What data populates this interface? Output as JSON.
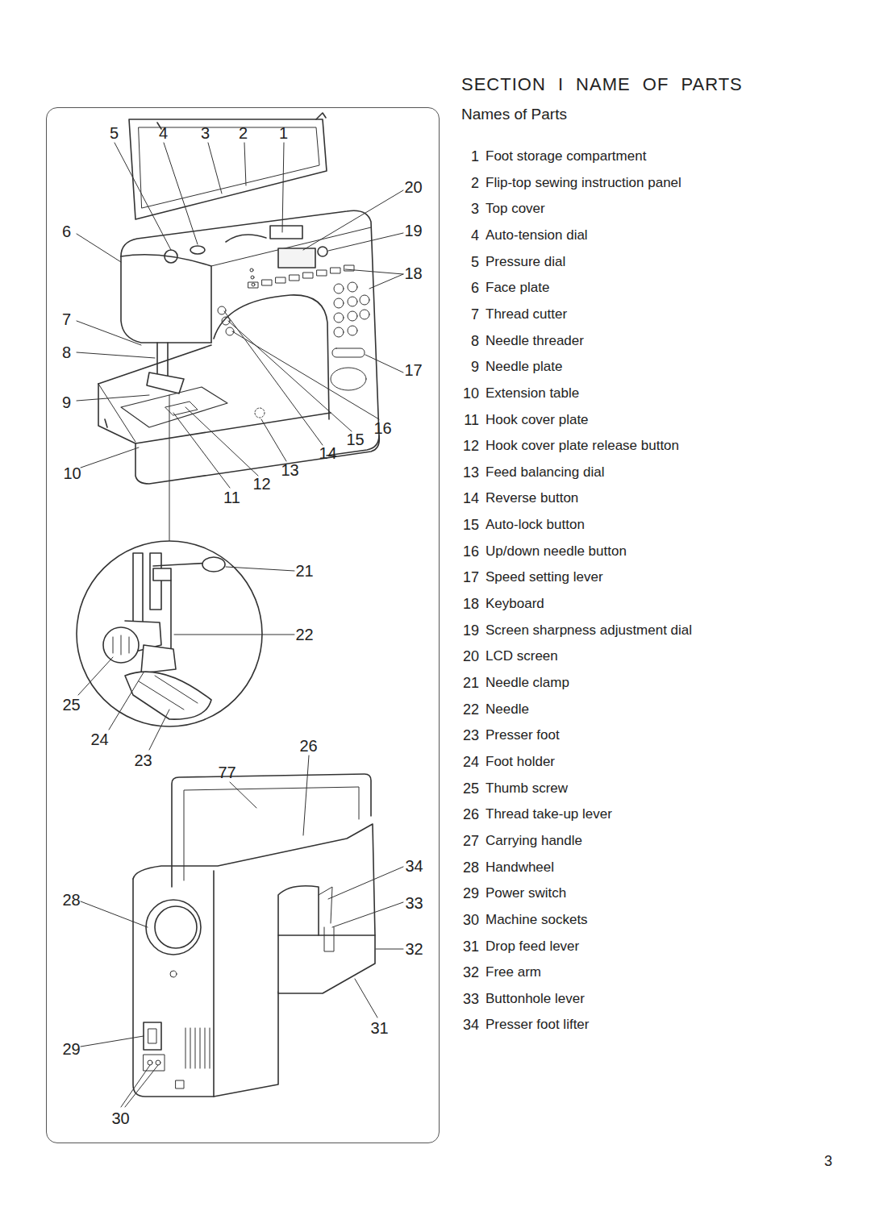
{
  "diagram": {
    "title": "SECTION I NAME OF PARTS",
    "nodes": [
      {
        "text": [
          "5",
          "4",
          "3",
          "2",
          "1",
          "20",
          "6",
          "19",
          "18",
          "7",
          "8",
          "17",
          "9",
          "16",
          "15",
          "14",
          "13",
          "10",
          "12",
          "11",
          "21",
          "22",
          "25",
          "24",
          "26",
          "23",
          "77",
          "34",
          "28",
          "33",
          "32",
          "31",
          "29",
          "30"
        ]
      }
    ],
    "labels": [
      "Names of Parts",
      "1",
      "Foot storage compartment",
      "2",
      "Flip-top sewing instruction panel",
      "3",
      "Top cover",
      "4",
      "Auto-tension dial",
      "5",
      "Pressure dial",
      "6",
      "Face plate",
      "7",
      "Thread cutter",
      "8",
      "Needle threader",
      "9",
      "Needle plate",
      "10",
      "Extension table",
      "11",
      "Hook cover plate",
      "12",
      "Hook cover plate release button",
      "13",
      "Feed balancing dial",
      "14",
      "Reverse button",
      "15",
      "Auto-lock button",
      "16",
      "Up/down needle button",
      "17",
      "Speed setting lever",
      "18",
      "Keyboard",
      "19",
      "Screen sharpness adjustment dial",
      "20",
      "LCD screen",
      "21",
      "Needle clamp",
      "22",
      "Needle",
      "23",
      "Presser foot",
      "24",
      "Foot holder",
      "25",
      "Thumb screw",
      "26",
      "Thread take-up lever",
      "27",
      "Carrying handle",
      "28",
      "Handwheel",
      "29",
      "Power switch",
      "30",
      "Machine sockets",
      "31",
      "Drop feed lever",
      "32",
      "Free arm",
      "33",
      "Buttonhole lever",
      "34",
      "Presser foot lifter",
      "3"
    ]
  }
}
